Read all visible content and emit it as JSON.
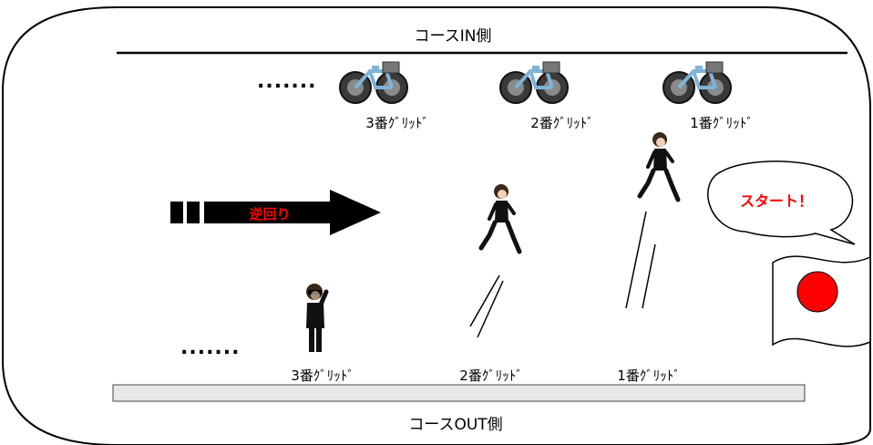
{
  "course": {
    "in_side_label": "コースIN側",
    "out_side_label": "コースOUT側"
  },
  "in_side": {
    "continuation_dots": ".......",
    "grids": [
      {
        "label": "3番ｸﾞﾘｯﾄﾞ",
        "icon": "bicycle-icon"
      },
      {
        "label": "2番ｸﾞﾘｯﾄﾞ",
        "icon": "bicycle-icon"
      },
      {
        "label": "1番ｸﾞﾘｯﾄﾞ",
        "icon": "bicycle-icon"
      }
    ]
  },
  "out_side": {
    "continuation_dots": ".......",
    "grids": [
      {
        "label": "3番ｸﾞﾘｯﾄﾞ",
        "icon": "standing-person-icon"
      },
      {
        "label": "2番ｸﾞﾘｯﾄﾞ",
        "icon": "running-person-icon"
      },
      {
        "label": "1番ｸﾞﾘｯﾄﾞ",
        "icon": "running-person-icon"
      }
    ]
  },
  "direction_arrow": {
    "label": "逆回り",
    "label_color": "#ff0000"
  },
  "speech_bubble": {
    "text": "スタート！",
    "text_color": "#ff0000"
  },
  "flag": {
    "icon": "japan-flag-icon",
    "circle_color": "#ff0000"
  }
}
